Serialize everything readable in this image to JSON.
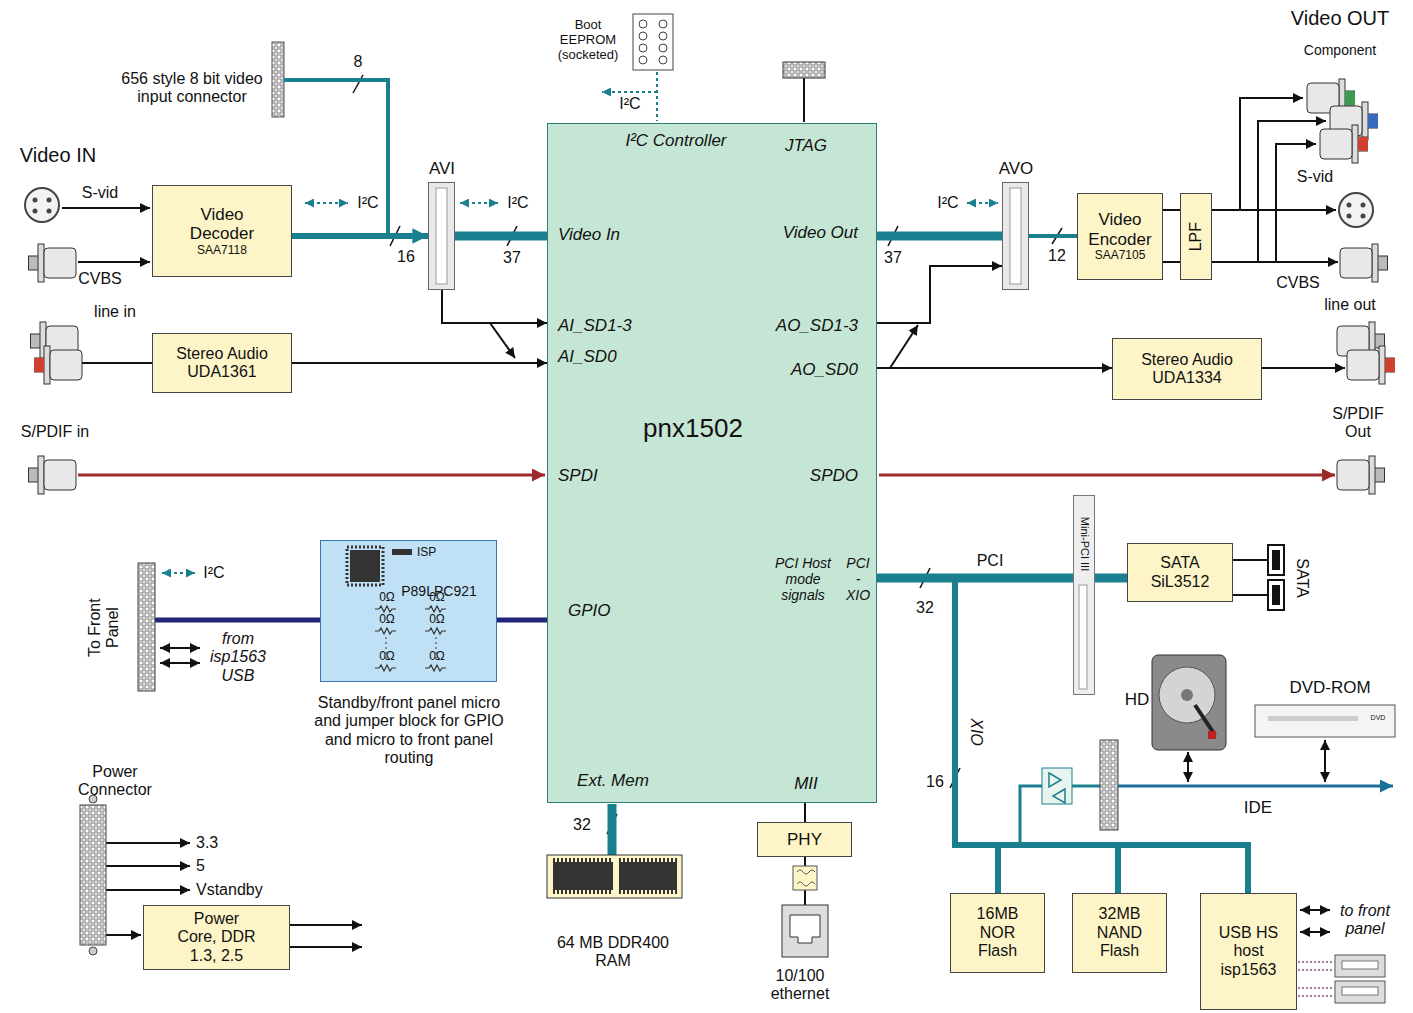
{
  "diagram": {
    "nodes": [
      {
        "text": [
          "Video Decoder",
          "SAA7118"
        ]
      },
      {
        "text": [
          "AVI"
        ]
      },
      {
        "text": [
          "I²C Controller",
          "JTAG",
          "Video In",
          "Video Out",
          "AI_SD1-3",
          "AO_SD1-3",
          "AI_SD0",
          "AO_SD0",
          "pnx1502",
          "SPDI",
          "SPDO",
          "PCI Host mode signals",
          "PCI - XIO",
          "GPIO",
          "Ext. Mem",
          "MII"
        ]
      },
      {
        "text": [
          "AVO"
        ]
      },
      {
        "text": [
          "Video Encoder",
          "SAA7105"
        ]
      },
      {
        "text": [
          "LPF"
        ]
      },
      {
        "text": [
          "Stereo Audio UDA1361"
        ]
      },
      {
        "text": [
          "Stereo Audio UDA1334"
        ]
      },
      {
        "text": [
          "ISP",
          "P89LPC921",
          "0Ω",
          "0Ω",
          "0Ω",
          "0Ω",
          "0Ω",
          "0Ω",
          "Standby/front panel micro and jumper block for GPIO and micro to front panel routing"
        ]
      },
      {
        "text": [
          "Mini-PCI III"
        ]
      },
      {
        "text": [
          "SATA SiL3512"
        ]
      },
      {
        "text": [
          "PHY"
        ]
      },
      {
        "text": [
          "16MB NOR Flash"
        ]
      },
      {
        "text": [
          "32MB NAND Flash"
        ]
      },
      {
        "text": [
          "USB HS host isp1563"
        ]
      },
      {
        "text": [
          "Power Core, DDR 1.3, 2.5"
        ]
      }
    ],
    "edges": [
      {
        "from": 0,
        "to": 1,
        "arrow": "to",
        "label": "16"
      },
      {
        "from": 1,
        "to": 2,
        "arrow": "none",
        "label": "37"
      },
      {
        "from": 1,
        "to": 2,
        "arrow": "to"
      },
      {
        "from": 6,
        "to": 2,
        "arrow": "to"
      },
      {
        "from": 2,
        "to": 3,
        "arrow": "none",
        "label": "37"
      },
      {
        "from": 2,
        "to": 3,
        "arrow": "to"
      },
      {
        "from": 3,
        "to": 4,
        "arrow": "none",
        "label": "12"
      },
      {
        "from": 4,
        "to": 5,
        "arrow": "none"
      },
      {
        "from": 4,
        "to": 5,
        "arrow": "none"
      },
      {
        "from": 2,
        "to": 7,
        "arrow": "to"
      },
      {
        "from": 2,
        "to": 8,
        "arrow": "none"
      },
      {
        "from": 2,
        "to": 9,
        "arrow": "none",
        "label": "PCI"
      },
      {
        "from": 9,
        "to": 10,
        "arrow": "none"
      },
      {
        "from": 2,
        "to": 11,
        "arrow": "none"
      },
      {
        "from": 2,
        "to": 12,
        "arrow": "none"
      },
      {
        "from": 2,
        "to": 13,
        "arrow": "none"
      },
      {
        "from": 2,
        "to": 14,
        "arrow": "none"
      }
    ],
    "labels": [
      "Boot EEPROM (socketed)",
      "I²C",
      "Video IN",
      "656 style 8 bit video input connector",
      "8",
      "S-vid",
      "I²C",
      "I²C",
      "CVBS",
      "line in",
      "I²C",
      "Video OUT",
      "Component",
      "S-vid",
      "CVBS",
      "line out",
      "S/PDIF in",
      "S/PDIF Out",
      "To Front Panel",
      "I²C",
      "from isp1563 USB",
      "32",
      "XIO",
      "16",
      "SATA",
      "HD",
      "DVD-ROM",
      "DVD",
      "IDE",
      "Power Connector",
      "3.3",
      "5",
      "Vstandby",
      "32",
      "64 MB DDR400 RAM",
      "10/100 ethernet",
      "to front panel"
    ]
  }
}
